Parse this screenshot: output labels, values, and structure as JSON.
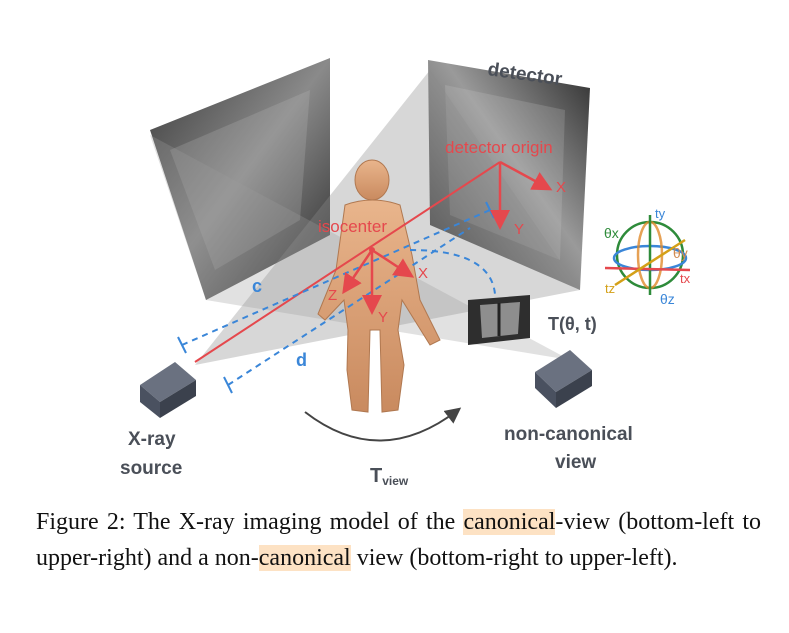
{
  "labels": {
    "detector": "detector",
    "detector_origin": "detector origin",
    "isocenter": "isocenter",
    "axis_x": "X",
    "axis_y": "Y",
    "axis_z": "Z",
    "dist_c": "c",
    "dist_d": "d",
    "transform": "T(θ, t)",
    "xray_source_line1": "X-ray",
    "xray_source_line2": "source",
    "noncanonical_line1": "non-canonical",
    "noncanonical_line2": "view",
    "tview_main": "T",
    "tview_sub": "view",
    "rot_ty": "ty",
    "rot_tx": "tx",
    "rot_tz": "tz",
    "rot_theta_x": "θx",
    "rot_theta_y": "θy",
    "rot_theta_z": "θz"
  },
  "caption": {
    "prefix": "Figure 2:  The X-ray imaging model of the ",
    "hl1": "canonical",
    "mid1": "-view (bottom-left to upper-right) and a non-",
    "hl2": "canonical",
    "suffix": " view (bottom-right to upper-left)."
  },
  "colors": {
    "red": "#e5484d",
    "blue": "#3a86d8",
    "label_gray": "#4a4f58",
    "highlight": "#fde2c4"
  }
}
